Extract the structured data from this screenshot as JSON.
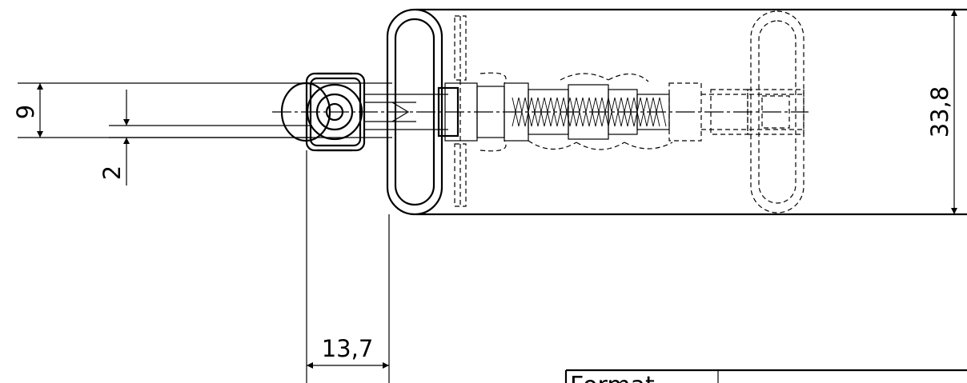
{
  "drawing": {
    "dimensions": {
      "d1": "9",
      "d2": "2",
      "d3": "13,7",
      "d4": "33,8"
    },
    "title_block": {
      "format_label": "Format"
    }
  }
}
